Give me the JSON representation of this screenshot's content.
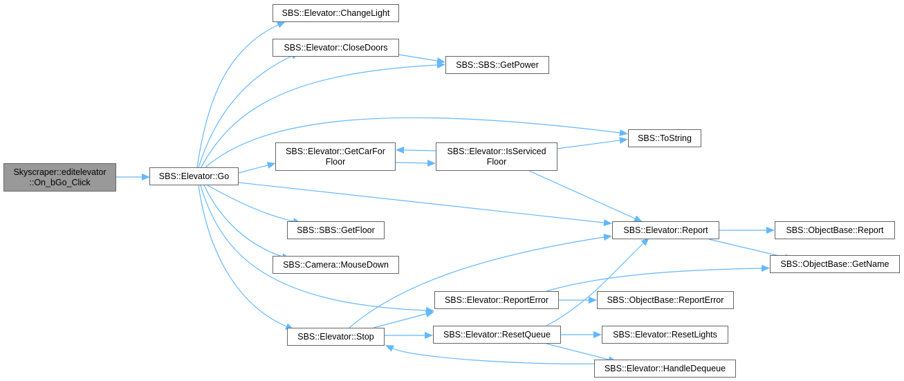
{
  "graph": {
    "edge_color": "#63b8ff",
    "root_fill": "#999999",
    "node_fill": "#ffffff",
    "node_border": "#666666",
    "nodes": {
      "root": {
        "lines": [
          "Skyscraper::editelevator",
          "::On_bGo_Click"
        ]
      },
      "go": {
        "lines": [
          "SBS::Elevator::Go"
        ]
      },
      "changelight": {
        "lines": [
          "SBS::Elevator::ChangeLight"
        ]
      },
      "closedoors": {
        "lines": [
          "SBS::Elevator::CloseDoors"
        ]
      },
      "getpower": {
        "lines": [
          "SBS::SBS::GetPower"
        ]
      },
      "tostring": {
        "lines": [
          "SBS::ToString"
        ]
      },
      "getcarforfloor": {
        "lines": [
          "SBS::Elevator::GetCarFor",
          "Floor"
        ]
      },
      "isservicedfloor": {
        "lines": [
          "SBS::Elevator::IsServiced",
          "Floor"
        ]
      },
      "getfloor": {
        "lines": [
          "SBS::SBS::GetFloor"
        ]
      },
      "mousedown": {
        "lines": [
          "SBS::Camera::MouseDown"
        ]
      },
      "report": {
        "lines": [
          "SBS::Elevator::Report"
        ]
      },
      "objreport": {
        "lines": [
          "SBS::ObjectBase::Report"
        ]
      },
      "getname": {
        "lines": [
          "SBS::ObjectBase::GetName"
        ]
      },
      "reporterror": {
        "lines": [
          "SBS::Elevator::ReportError"
        ]
      },
      "objreporterror": {
        "lines": [
          "SBS::ObjectBase::ReportError"
        ]
      },
      "stop": {
        "lines": [
          "SBS::Elevator::Stop"
        ]
      },
      "resetqueue": {
        "lines": [
          "SBS::Elevator::ResetQueue"
        ]
      },
      "resetlights": {
        "lines": [
          "SBS::Elevator::ResetLights"
        ]
      },
      "handledequeue": {
        "lines": [
          "SBS::Elevator::HandleDequeue"
        ]
      }
    },
    "edges": [
      [
        "root",
        "go"
      ],
      [
        "go",
        "changelight"
      ],
      [
        "go",
        "closedoors"
      ],
      [
        "go",
        "getpower"
      ],
      [
        "go",
        "tostring"
      ],
      [
        "go",
        "getcarforfloor"
      ],
      [
        "go",
        "report"
      ],
      [
        "go",
        "getfloor"
      ],
      [
        "go",
        "mousedown"
      ],
      [
        "go",
        "reporterror"
      ],
      [
        "go",
        "stop"
      ],
      [
        "closedoors",
        "getpower"
      ],
      [
        "getcarforfloor",
        "isservicedfloor"
      ],
      [
        "isservicedfloor",
        "getcarforfloor"
      ],
      [
        "isservicedfloor",
        "tostring"
      ],
      [
        "isservicedfloor",
        "report"
      ],
      [
        "report",
        "objreport"
      ],
      [
        "report",
        "getname"
      ],
      [
        "reporterror",
        "getname"
      ],
      [
        "reporterror",
        "objreporterror"
      ],
      [
        "stop",
        "report"
      ],
      [
        "stop",
        "reporterror"
      ],
      [
        "stop",
        "resetqueue"
      ],
      [
        "resetqueue",
        "report"
      ],
      [
        "resetqueue",
        "resetlights"
      ],
      [
        "resetqueue",
        "handledequeue"
      ],
      [
        "handledequeue",
        "stop"
      ]
    ]
  }
}
